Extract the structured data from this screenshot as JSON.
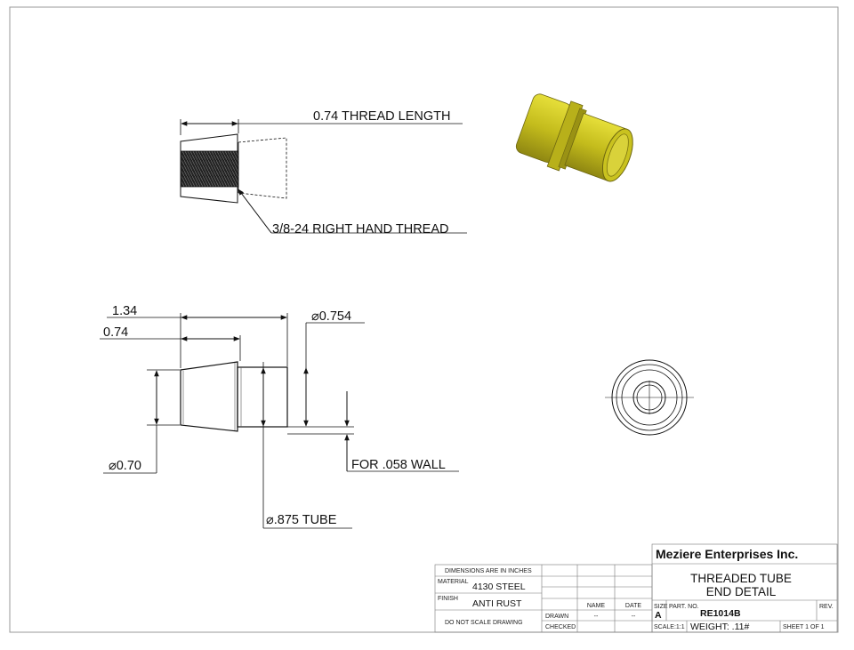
{
  "top_view": {
    "thread_length": "0.74 THREAD LENGTH",
    "thread_spec": "3/8-24 RIGHT HAND THREAD"
  },
  "side_view": {
    "dim_overall": "1.34",
    "dim_taper": "0.74",
    "dia_outer": "⌀0.754",
    "dia_tip": "⌀0.70",
    "wall_note": "FOR .058 WALL",
    "tube_dia": "⌀.875 TUBE"
  },
  "title_block": {
    "company": "Meziere Enterprises Inc.",
    "title_line1": "THREADED TUBE",
    "title_line2": "END DETAIL",
    "dims_note": "DIMENSIONS ARE IN INCHES",
    "material_label": "MATERIAL",
    "material_value": "4130 STEEL",
    "finish_label": "FINISH",
    "finish_value": "ANTI RUST",
    "do_not_scale": "DO NOT SCALE DRAWING",
    "col_name": "NAME",
    "col_date": "DATE",
    "drawn_label": "DRAWN",
    "drawn_name": "--",
    "drawn_date": "--",
    "checked_label": "CHECKED",
    "size_label": "SIZE",
    "size_value": "A",
    "part_no_label": "PART. NO.",
    "part_no_value": "RE1014B",
    "rev_label": "REV.",
    "scale": "SCALE:1:1",
    "weight": "WEIGHT: .11#",
    "sheet": "SHEET 1 OF 1"
  },
  "colors": {
    "part_fill": "#c9c21f",
    "part_dark": "#7d7510",
    "line": "#111111"
  }
}
